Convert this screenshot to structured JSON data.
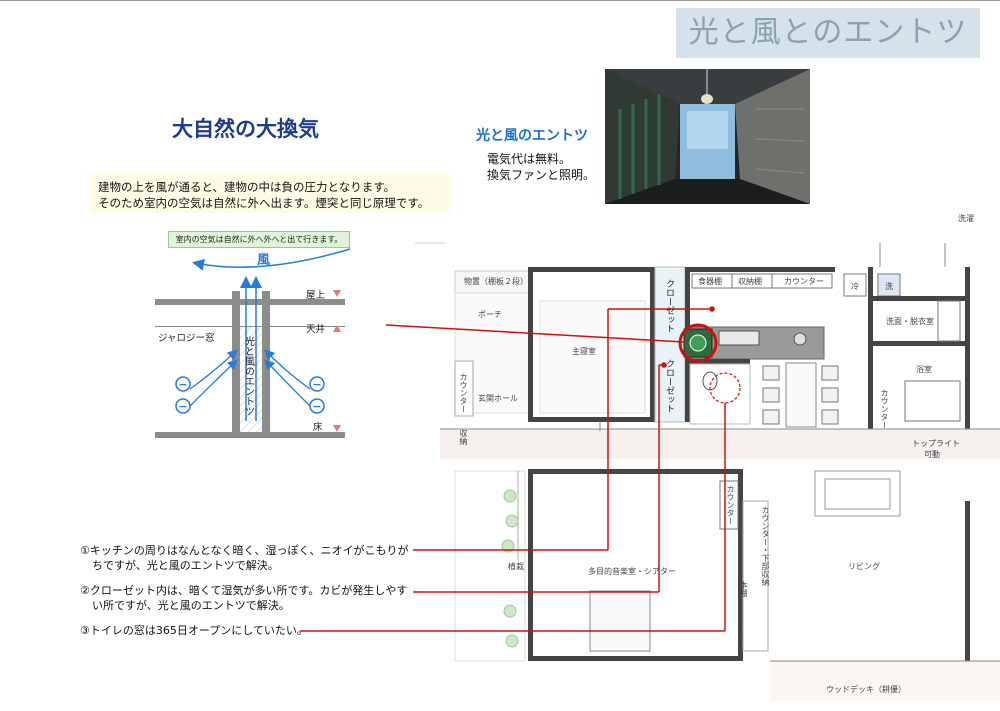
{
  "header": {
    "title": "光と風とのエントツ"
  },
  "photo": {
    "icon": "skylight-photo"
  },
  "left": {
    "heading": "大自然の大換気",
    "note_lines": [
      "建物の上を風が通ると、建物の中は負の圧力となります。",
      "そのため室内の空気は自然に外へ出ます。煙突と同じ原理です。"
    ],
    "diagram_caption": "室内の空気は自然に外へ外へと出て行きます。",
    "wind_label": "風",
    "level_labels": [
      "屋上",
      "天井",
      "床"
    ],
    "window_label": "ジャロジー窓",
    "chimney_label": "光と風のエントツ",
    "minus_sign": "−"
  },
  "chimney_note": {
    "heading": "光と風のエントツ",
    "lines": [
      "電気代は無料。",
      "換気ファンと照明。"
    ]
  },
  "issues": [
    {
      "lines": [
        "①キッチンの周りはなんとなく暗く、湿っぽく、ニオイがこもりが",
        "ちですが、光と風のエントツで解決。"
      ]
    },
    {
      "lines": [
        "②クローゼット内は、暗くて湿気が多い所です。カビが発生しやす",
        "い所ですが、光と風のエントツで解決。"
      ]
    },
    {
      "lines": [
        "③トイレの窓は365日オープンにしていたい。"
      ]
    }
  ],
  "floorplan": {
    "labels": {
      "storage": "物置（棚板２段）",
      "porch": "ポーチ",
      "master_bedroom": "主寝室",
      "entrance_hall": "玄関ホール",
      "counter_left": "カウンター",
      "closet_a": "クローゼット",
      "closet_b": "クローゼット",
      "dish_shelf": "食器棚",
      "storage_shelf": "収納棚",
      "counter_top": "カウンター",
      "fridge": "冷",
      "laundry": "洗",
      "washroom": "洗面・脱衣室",
      "bath": "浴室",
      "counter_bath": "カウンター",
      "toplight": "トップライト",
      "toplight_sub": "可動",
      "music_room": "多目的音楽室・シアター",
      "counter_mid": "カウンター",
      "counter_desk": "カウンター・下部収納",
      "bookshelf": "本棚",
      "living": "リビング",
      "planting": "植栽",
      "wood_deck": "ウッドデッキ（耕優）",
      "laundry_corner": "洗濯",
      "storage_small": "収納"
    }
  },
  "colors": {
    "accent_red": "#d01010",
    "title_bg": "#d5e2ea",
    "heading_blue": "#1e3c8c",
    "wind_blue": "#2a7bd6"
  }
}
